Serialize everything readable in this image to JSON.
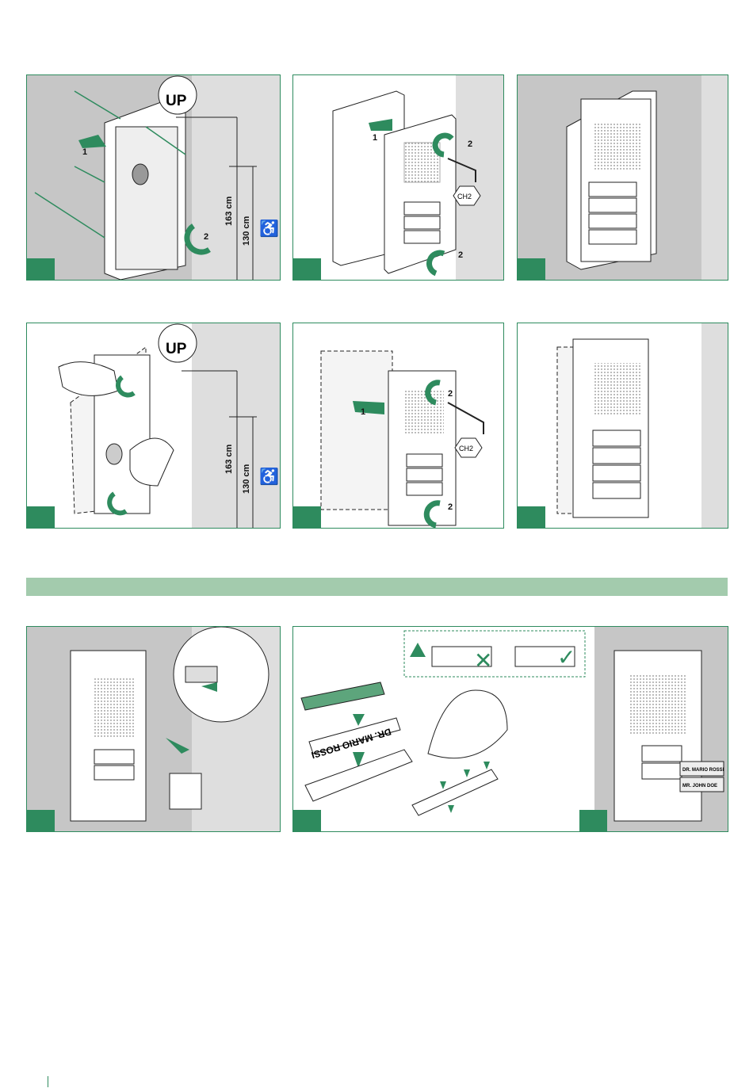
{
  "step1": {
    "up": "UP",
    "h1": "163 cm",
    "h2": "130 cm",
    "n1": "1",
    "n2": "2"
  },
  "step2": {
    "n1": "1",
    "n2": "2",
    "n3": "2",
    "key": "CH2"
  },
  "step4": {
    "up": "UP",
    "h1": "163 cm",
    "h2": "130 cm"
  },
  "step5": {
    "n1": "1",
    "n2": "2",
    "n3": "2",
    "key": "CH2"
  },
  "nameplate": {
    "label": "DR. MARIO ROSSI",
    "names": [
      "DR. MARIO ROSSI",
      "MR. JOHN DOE"
    ]
  },
  "colors": {
    "accent": "#2e8b5e",
    "bar": "#a3cbad"
  }
}
